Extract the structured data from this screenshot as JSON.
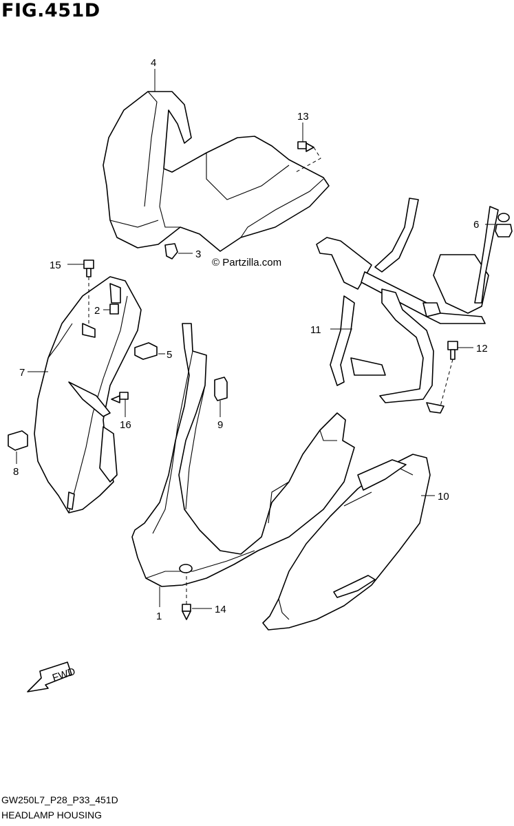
{
  "header": {
    "figure_title": "FIG.451D"
  },
  "watermark": "© Partzilla.com",
  "footer": {
    "diagram_code": "GW250L7_P28_P33_451D",
    "diagram_name": "HEADLAMP HOUSING"
  },
  "fwd_label": "FWD",
  "callouts": {
    "c1": "1",
    "c2": "2",
    "c3": "3",
    "c4": "4",
    "c5": "5",
    "c6": "6",
    "c7": "7",
    "c8": "8",
    "c9": "9",
    "c10": "10",
    "c11": "11",
    "c12": "12",
    "c13": "13",
    "c14": "14",
    "c15": "15",
    "c16": "16"
  }
}
